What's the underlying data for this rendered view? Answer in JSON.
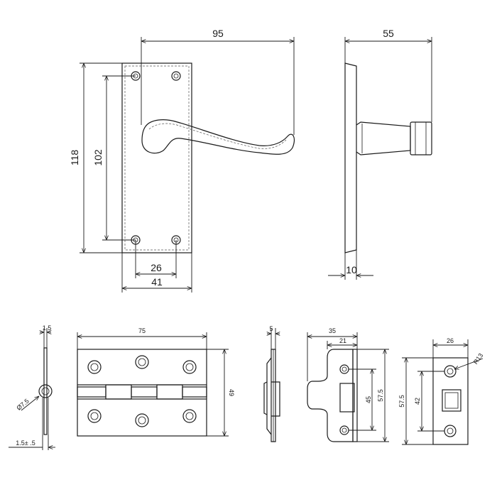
{
  "handle": {
    "front": {
      "width_label": "95",
      "height_label": "118",
      "hole_vertical_label": "102",
      "hole_horizontal_label": "26",
      "plate_width_label": "41"
    },
    "side": {
      "depth_label": "55",
      "plate_thickness_label": "10"
    }
  },
  "hinge": {
    "leaf_thickness_label": "1.5",
    "pin_diameter_label": "Ø7.5",
    "tolerance_label": "1.5± .5",
    "length_label": "75",
    "width_label": "49"
  },
  "latch_side": {
    "thickness_label": "5"
  },
  "strike_plate": {
    "overall_width_label": "35",
    "inner_width_label": "21",
    "hole_spacing_label": "45",
    "height_label": "57.5"
  },
  "keep": {
    "width_label": "26",
    "radius_label": "R13",
    "height_label": "57.5",
    "hole_spacing_label": "42"
  }
}
